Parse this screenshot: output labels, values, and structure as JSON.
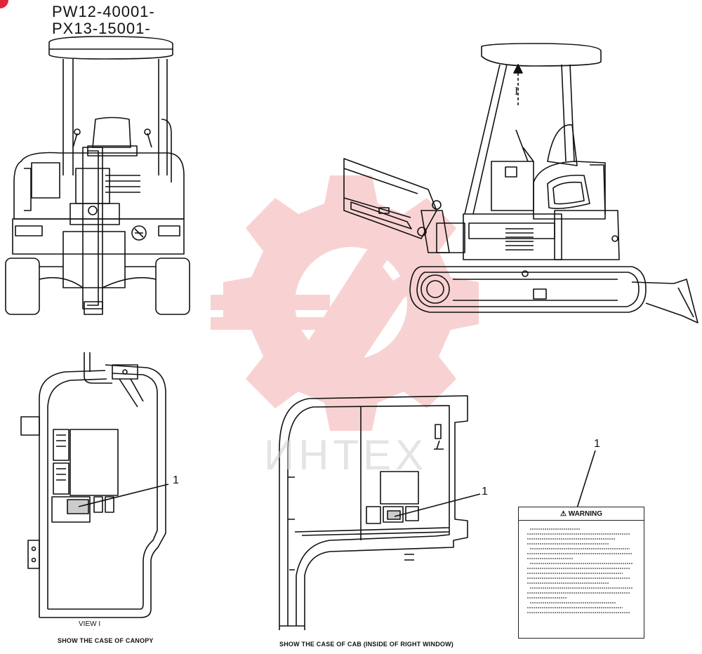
{
  "serials": [
    "PW12-40001-",
    "PX13-15001-"
  ],
  "arrow_label": "I",
  "view_label": "VIEW  I",
  "captions": {
    "canopy": "SHOW THE CASE OF CANOPY",
    "cab": "SHOW THE CASE OF CAB (INSIDE OF RIGHT WINDOW)"
  },
  "callouts": {
    "canopy": "1",
    "cab": "1",
    "label": "1"
  },
  "watermark": "ИНТЕХ",
  "warning_label": {
    "title": "WARNING"
  },
  "colors": {
    "line": "#111111",
    "watermark_red": "#f2a6a6",
    "corner_badge": "#e2233b"
  },
  "icons": [
    "warning-triangle-icon",
    "gear-wrench-watermark"
  ]
}
